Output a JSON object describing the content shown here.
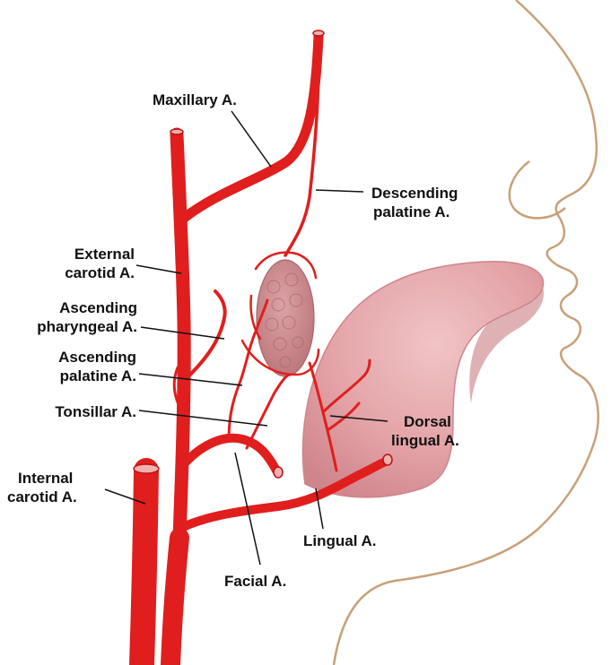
{
  "colors": {
    "artery": "#e01e1e",
    "artery_dark": "#b81414",
    "tongue": "#e3a2a6",
    "tongue_dark": "#c97d84",
    "tonsil": "#c98a8e",
    "face_outline": "#c8a078",
    "leader": "#111111"
  },
  "labels": {
    "maxillary": {
      "line1": "Maxillary A."
    },
    "descending_palatine": {
      "line1": "Descending",
      "line2": "palatine A."
    },
    "external_carotid": {
      "line1": "External",
      "line2": "carotid A."
    },
    "ascending_pharyngeal": {
      "line1": "Ascending",
      "line2": "pharyngeal A."
    },
    "ascending_palatine": {
      "line1": "Ascending",
      "line2": "palatine A."
    },
    "tonsillar": {
      "line1": "Tonsillar A."
    },
    "dorsal_lingual": {
      "line1": "Dorsal",
      "line2": "lingual A."
    },
    "internal_carotid": {
      "line1": "Internal",
      "line2": "carotid A."
    },
    "lingual": {
      "line1": "Lingual A."
    },
    "facial": {
      "line1": "Facial A."
    }
  }
}
